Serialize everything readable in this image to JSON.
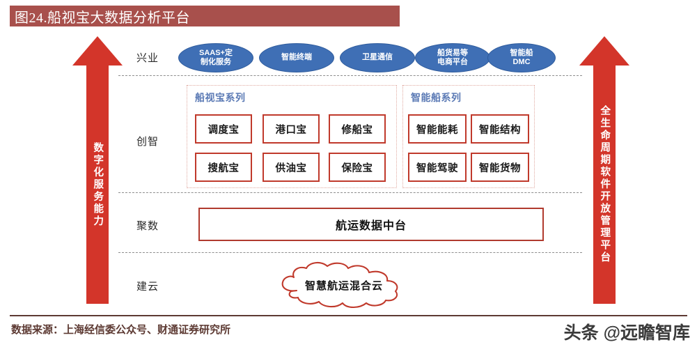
{
  "figure": {
    "title": "图24.船视宝大数据分析平台"
  },
  "arrows": {
    "left": {
      "label": "数字化服务能力",
      "color": "#d3352a"
    },
    "right": {
      "label": "全生命周期软件开放管理平台",
      "color": "#d3352a"
    }
  },
  "bands": [
    {
      "label": "兴业"
    },
    {
      "label": "创智"
    },
    {
      "label": "聚数"
    },
    {
      "label": "建云"
    }
  ],
  "ellipses": [
    {
      "label": "SAAS+定\n制化服务",
      "line1": "SAAS+定",
      "line2": "制化服务"
    },
    {
      "label": "智能终端",
      "line1": "智能终端",
      "line2": ""
    },
    {
      "label": "卫星通信",
      "line1": "卫星通信",
      "line2": ""
    },
    {
      "label": "船货易等\n电商平台",
      "line1": "船货易等",
      "line2": "电商平台"
    },
    {
      "label": "智能船\nDMC",
      "line1": "智能船",
      "line2": "DMC"
    }
  ],
  "groups": [
    {
      "title": "船视宝系列",
      "cells": [
        [
          "调度宝",
          "港口宝",
          "修船宝"
        ],
        [
          "搜航宝",
          "供油宝",
          "保险宝"
        ]
      ]
    },
    {
      "title": "智能船系列",
      "cells": [
        [
          "智能能耗",
          "智能结构"
        ],
        [
          "智能驾驶",
          "智能货物"
        ]
      ]
    }
  ],
  "data_platform": {
    "label": "航运数据中台"
  },
  "cloud": {
    "label": "智慧航运混合云"
  },
  "footer": {
    "source": "数据来源：上海经信委公众号、财通证券研究所",
    "watermark": "头条 @远瞻智库"
  },
  "colors": {
    "title_bar": "#a8504c",
    "arrow_red": "#d3352a",
    "ellipse_blue": "#3f6fb5",
    "cell_border_red": "#c0392b",
    "group_title_blue": "#5b7ab5",
    "group_border_pink": "#e0a9a0",
    "footer_brown": "#5d3a33"
  }
}
